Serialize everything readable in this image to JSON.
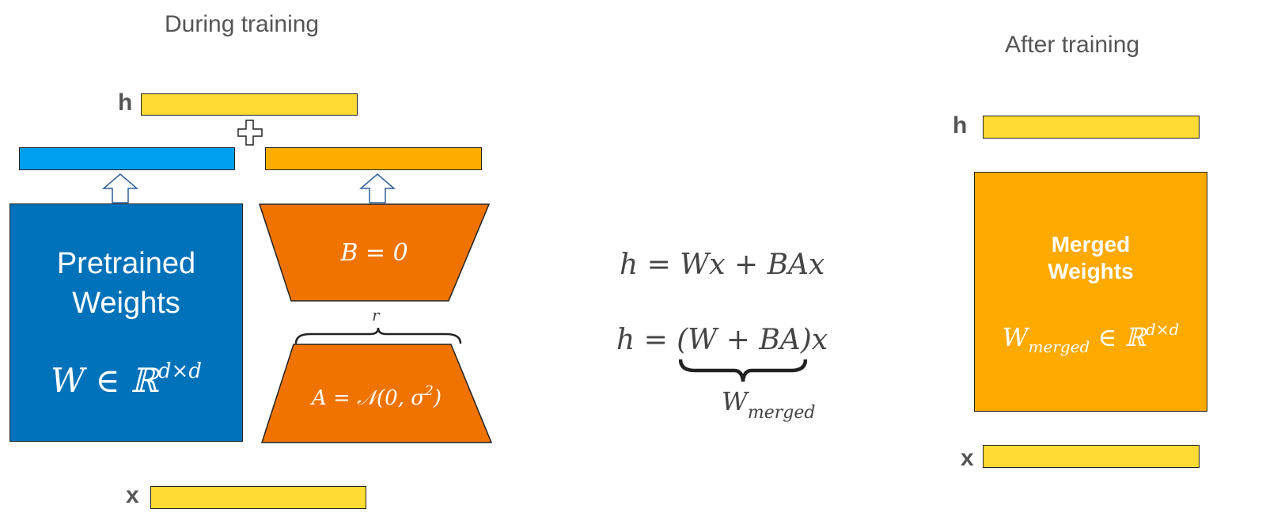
{
  "during": {
    "heading": "During training",
    "h_label": "h",
    "x_label": "x",
    "pretrained": {
      "line1": "Pretrained",
      "line2": "Weights",
      "formula_base": "W ∈ ℝ",
      "formula_sup": "d×d"
    },
    "b_matrix": "B = 0",
    "a_matrix": "A = 𝒩(0, σ",
    "a_matrix_sup": "2",
    "a_matrix_close": ")",
    "rank_label": "r",
    "plus_symbol": "+"
  },
  "middle": {
    "eq1": "h = Wx + BAx",
    "eq2": "h = (W + BA)x",
    "underbrace_base": "W",
    "underbrace_sub": "merged"
  },
  "after": {
    "heading": "After training",
    "h_label": "h",
    "x_label": "x",
    "merged": {
      "line1": "Merged",
      "line2": "Weights",
      "formula_base": "W",
      "formula_sub": "merged",
      "formula_mid": " ∈ ℝ",
      "formula_sup": "d×d"
    }
  },
  "colors": {
    "yellow": "#FFDB33",
    "blue_bar": "#00A0F0",
    "orange_bar": "#FFAE00",
    "pretrained_blue": "#0072BA",
    "lora_orange": "#F07300",
    "merged_orange": "#FFAA00"
  }
}
